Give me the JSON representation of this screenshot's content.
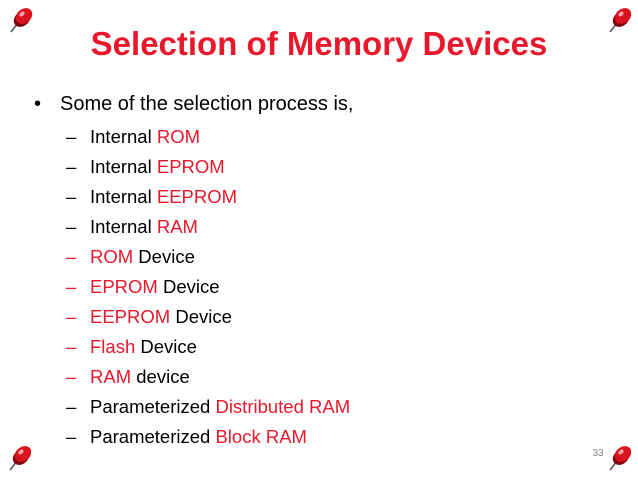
{
  "colors": {
    "accent": "#e8192c",
    "text": "#000000",
    "pin_red": "#d7141f",
    "pin_dark": "#7a0a10",
    "page_number": "#888888"
  },
  "slide": {
    "title": "Selection of Memory Devices",
    "bullet_glyph": "•",
    "main_bullet": "Some of the selection process is,",
    "dash_glyph": "–",
    "items": [
      {
        "dash_color": "#000000",
        "parts": [
          {
            "text": "Internal ",
            "color": "#000000"
          },
          {
            "text": "ROM",
            "color": "#e8192c"
          }
        ]
      },
      {
        "dash_color": "#000000",
        "parts": [
          {
            "text": "Internal ",
            "color": "#000000"
          },
          {
            "text": "EPROM",
            "color": "#e8192c"
          }
        ]
      },
      {
        "dash_color": "#000000",
        "parts": [
          {
            "text": "Internal ",
            "color": "#000000"
          },
          {
            "text": "EEPROM",
            "color": "#e8192c"
          }
        ]
      },
      {
        "dash_color": "#000000",
        "parts": [
          {
            "text": "Internal ",
            "color": "#000000"
          },
          {
            "text": "RAM",
            "color": "#e8192c"
          }
        ]
      },
      {
        "dash_color": "#e8192c",
        "parts": [
          {
            "text": "ROM",
            "color": "#e8192c"
          },
          {
            "text": " Device",
            "color": "#000000"
          }
        ]
      },
      {
        "dash_color": "#e8192c",
        "parts": [
          {
            "text": "EPROM",
            "color": "#e8192c"
          },
          {
            "text": " Device",
            "color": "#000000"
          }
        ]
      },
      {
        "dash_color": "#e8192c",
        "parts": [
          {
            "text": "EEPROM",
            "color": "#e8192c"
          },
          {
            "text": " Device",
            "color": "#000000"
          }
        ]
      },
      {
        "dash_color": "#e8192c",
        "parts": [
          {
            "text": "Flash",
            "color": "#e8192c"
          },
          {
            "text": " Device",
            "color": "#000000"
          }
        ]
      },
      {
        "dash_color": "#e8192c",
        "parts": [
          {
            "text": "RAM",
            "color": "#e8192c"
          },
          {
            "text": " device",
            "color": "#000000"
          }
        ]
      },
      {
        "dash_color": "#000000",
        "parts": [
          {
            "text": "Parameterized ",
            "color": "#000000"
          },
          {
            "text": "Distributed RAM",
            "color": "#e8192c"
          }
        ]
      },
      {
        "dash_color": "#000000",
        "parts": [
          {
            "text": "Parameterized ",
            "color": "#000000"
          },
          {
            "text": "Block RAM",
            "color": "#e8192c"
          }
        ]
      }
    ],
    "page_number": "33",
    "decorations": [
      "pushpin-icon",
      "pushpin-icon",
      "pushpin-icon",
      "pushpin-icon"
    ]
  }
}
